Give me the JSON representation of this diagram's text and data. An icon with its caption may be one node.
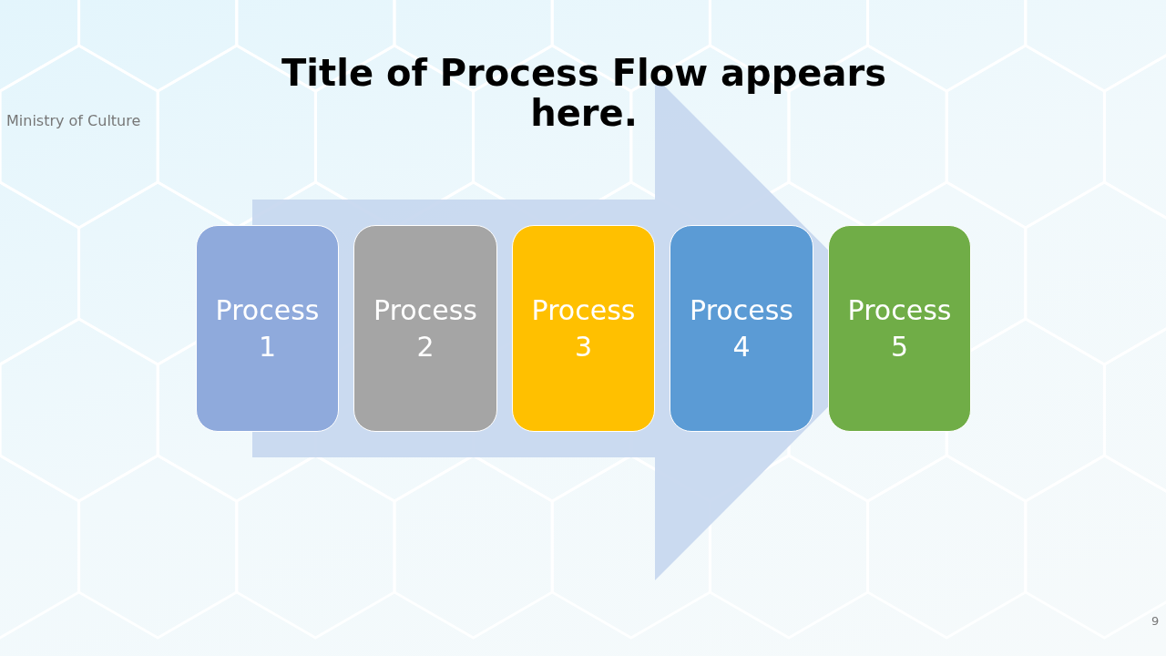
{
  "diagram": {
    "title": "Title of Process Flow appears here.",
    "nodes": [
      {
        "text": [
          "Process 1"
        ]
      },
      {
        "text": [
          "Process 2"
        ]
      },
      {
        "text": [
          "Process 3"
        ]
      },
      {
        "text": [
          "Process 4"
        ]
      },
      {
        "text": [
          "Process 5"
        ]
      }
    ],
    "edges": [
      {
        "from": 0,
        "to": 4,
        "arrow": "to"
      }
    ],
    "labels": [
      "Ministry of Culture",
      "9"
    ]
  }
}
